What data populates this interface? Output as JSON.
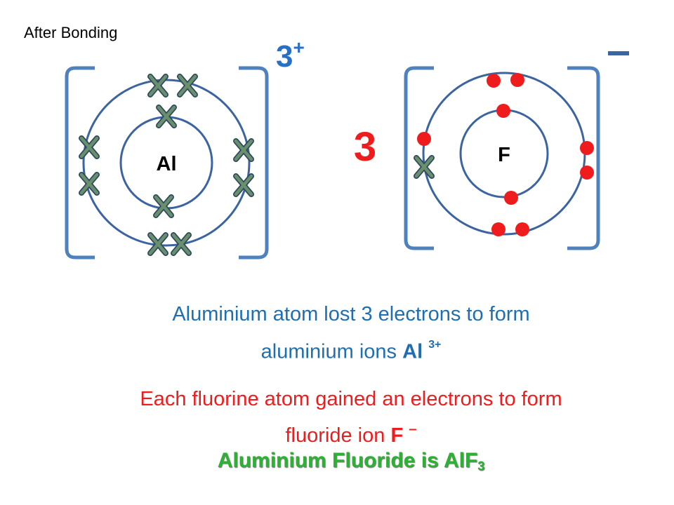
{
  "heading": "After Bonding",
  "aluminium": {
    "symbol": "Al",
    "charge": "3",
    "charge_sign": "+"
  },
  "fluorine": {
    "symbol": "F",
    "count": "3",
    "charge_sign": "–"
  },
  "text": {
    "line1": "Aluminium atom lost 3 electrons to form",
    "line2_prefix": "aluminium ions ",
    "line2_symbol": "Al",
    "line2_charge": "3+",
    "line3": "Each fluorine atom gained an electrons to form",
    "line4_prefix": "fluoride ion ",
    "line4_symbol": "F",
    "line4_charge": "–",
    "conclusion_prefix": "Aluminium Fluoride is AlF",
    "conclusion_subscript": "3"
  },
  "colors": {
    "shell": "#3c64a0",
    "bracket": "#4f81bd",
    "cross": "#587a5e",
    "cross_outline": "#2e4a5e",
    "dot": "#ee1c1c",
    "charge_text": "#2970c4",
    "blue_text": "#1f6fb0",
    "red_text": "#ee1c1c",
    "green_text": "#2bb233"
  }
}
